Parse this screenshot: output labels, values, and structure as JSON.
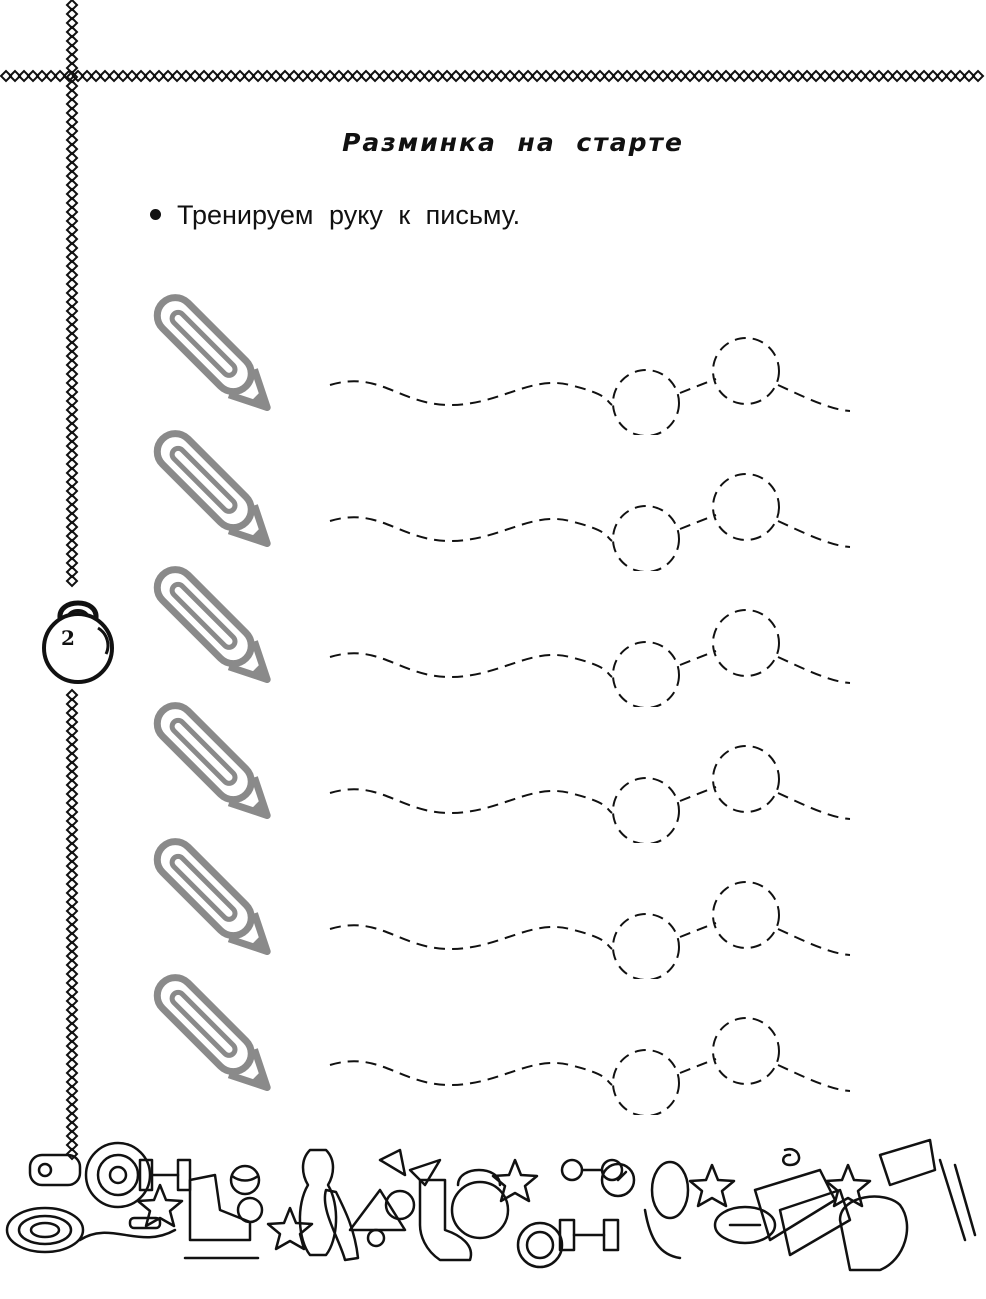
{
  "page": {
    "title": "Разминка на старте",
    "instruction": "Тренируем руку к письму.",
    "page_number": "2",
    "row_count": 6
  },
  "icons": {
    "row_icon": "pencil-icon",
    "page_badge": "kettlebell-icon",
    "footer_items": [
      "whistle-icon",
      "target-icon",
      "dumbbell-icon",
      "skate-icon",
      "ball-icon",
      "bowling-pin-icon",
      "shuttlecock-icon",
      "flag-icon",
      "medal-icon",
      "sock-icon",
      "kettlebell-icon",
      "star-icon",
      "stopwatch-icon",
      "goggles-icon",
      "rugby-ball-icon",
      "flipper-icon",
      "boxing-glove-icon",
      "darts-icon"
    ]
  },
  "colors": {
    "ink": "#111111",
    "pencil_gray": "#8a8a8a",
    "background": "#ffffff"
  }
}
